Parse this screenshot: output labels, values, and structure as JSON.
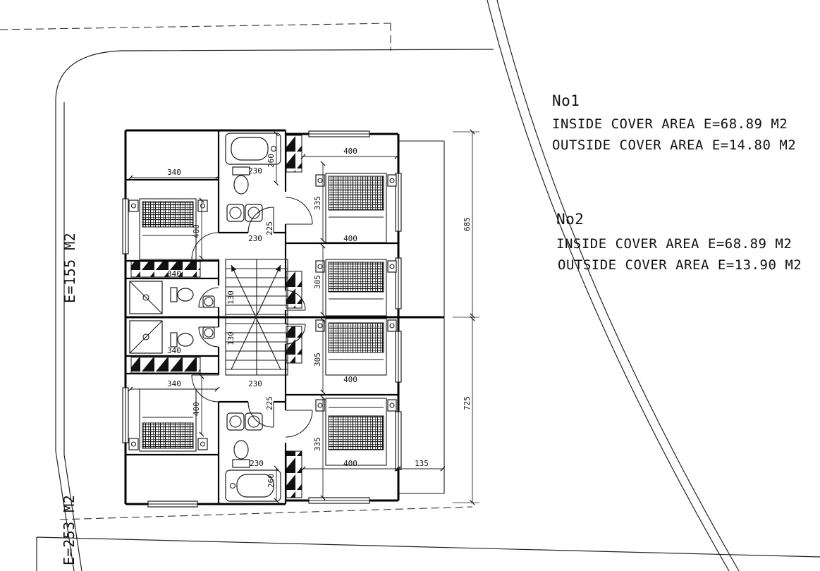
{
  "title_block": {
    "no1": {
      "title": "No1",
      "inside": "INSIDE COVER AREA E=68.89 M2",
      "outside": "OUTSIDE COVER AREA E=14.80 M2"
    },
    "no2": {
      "title": "No2",
      "inside": "INSIDE COVER AREA E=68.89 M2",
      "outside": "OUTSIDE COVER AREA E=13.90 M2"
    }
  },
  "plot_labels": {
    "upper_area": "E=155 M2",
    "lower_area": "E=253 M2"
  },
  "dimensions": {
    "bed1_width": "340",
    "tub_top_width": "230",
    "tub_top_height": "260",
    "room1_width": "400",
    "room1_depth": "335",
    "hall_top_width": "230",
    "hall_top_depth": "225",
    "bed1_depth": "400",
    "room2_width": "400",
    "room2_depth": "305",
    "mid_top_width": "340",
    "wc_top_depth": "130",
    "wc_bottom_depth": "130",
    "mid_bottom_width": "340",
    "room3_depth": "305",
    "room3_width": "400",
    "bed2_width": "340",
    "hall_bottom_width": "230",
    "hall_bottom_depth": "225",
    "bed2_depth": "400",
    "room4_depth": "335",
    "room4_width": "400",
    "porch_width": "135",
    "tub_bottom_width": "230",
    "tub_bottom_height": "260",
    "side_upper": "685",
    "side_lower": "725"
  }
}
